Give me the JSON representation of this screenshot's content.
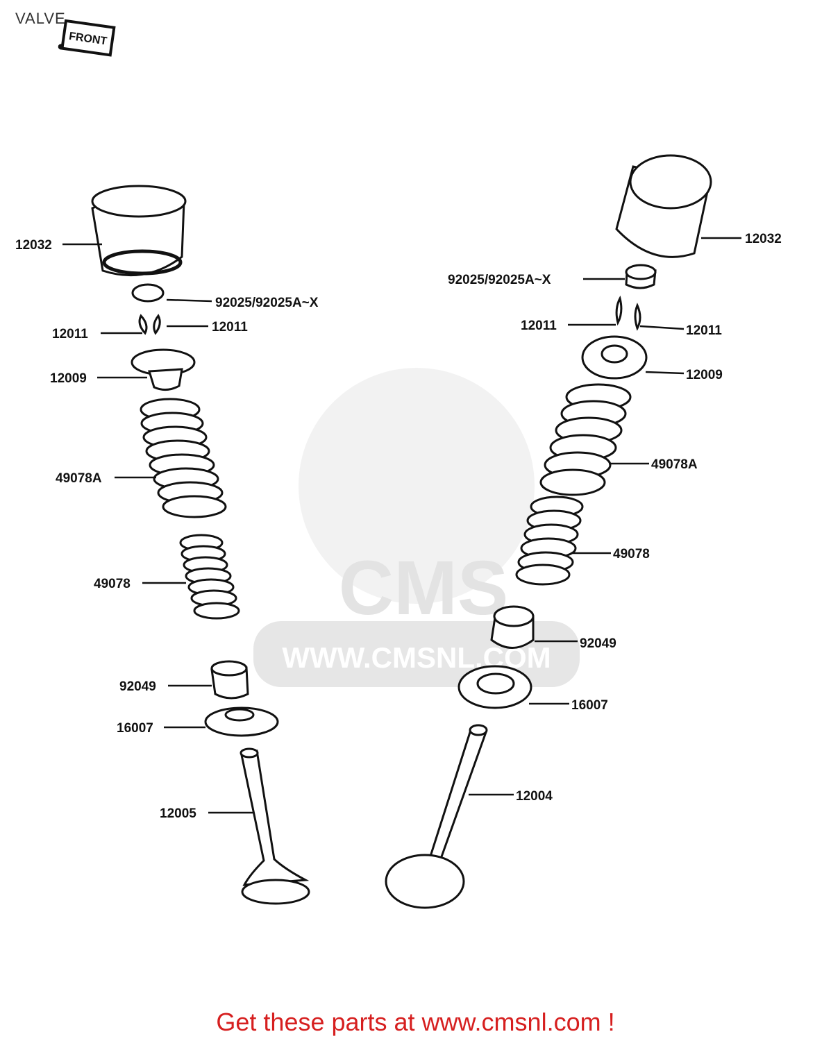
{
  "title": "VALVE",
  "front_tag": "FRONT",
  "watermark": {
    "brand": "CMS",
    "url": "WWW.CMSNL.COM"
  },
  "left_labels": {
    "tappet": "12032",
    "shim": "92025/92025A~X",
    "keeper_a": "12011",
    "keeper_b": "12011",
    "retainer": "12009",
    "outer_spring": "49078A",
    "inner_spring": "49078",
    "seal": "92049",
    "spring_seat": "16007",
    "valve": "12005"
  },
  "right_labels": {
    "tappet": "12032",
    "shim": "92025/92025A~X",
    "keeper_a": "12011",
    "keeper_b": "12011",
    "retainer": "12009",
    "outer_spring": "49078A",
    "inner_spring": "49078",
    "seal": "92049",
    "spring_seat": "16007",
    "valve": "12004"
  },
  "footer": "Get these parts at www.cmsnl.com !"
}
